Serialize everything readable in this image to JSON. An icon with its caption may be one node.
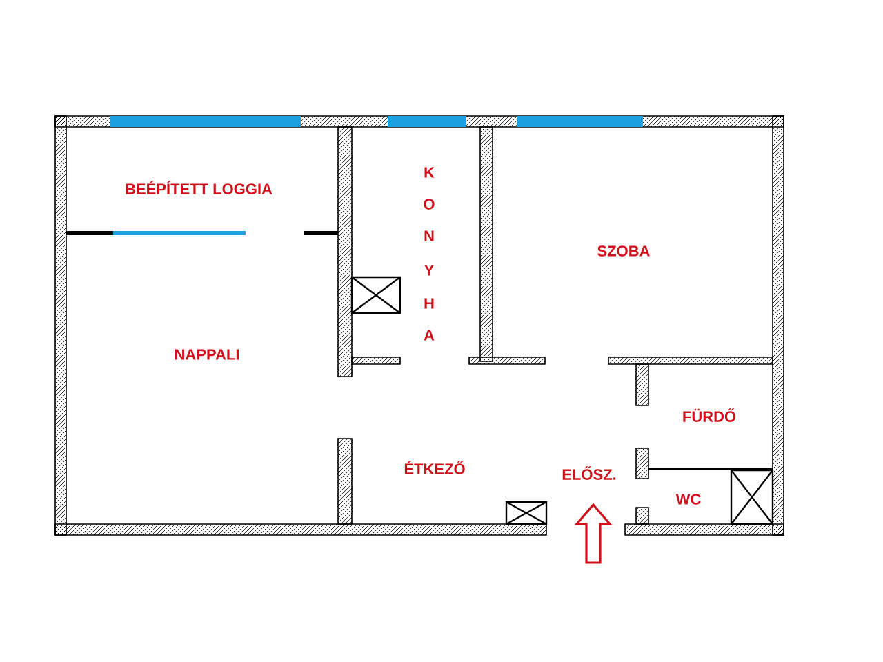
{
  "diagram": {
    "labels": [
      "BEÉPÍTETT LOGGIA",
      "K",
      "O",
      "N",
      "Y",
      "H",
      "A",
      "SZOBA",
      "NAPPALI",
      "FÜRDŐ",
      "ÉTKEZŐ",
      "ELŐSZ.",
      "WC"
    ]
  }
}
